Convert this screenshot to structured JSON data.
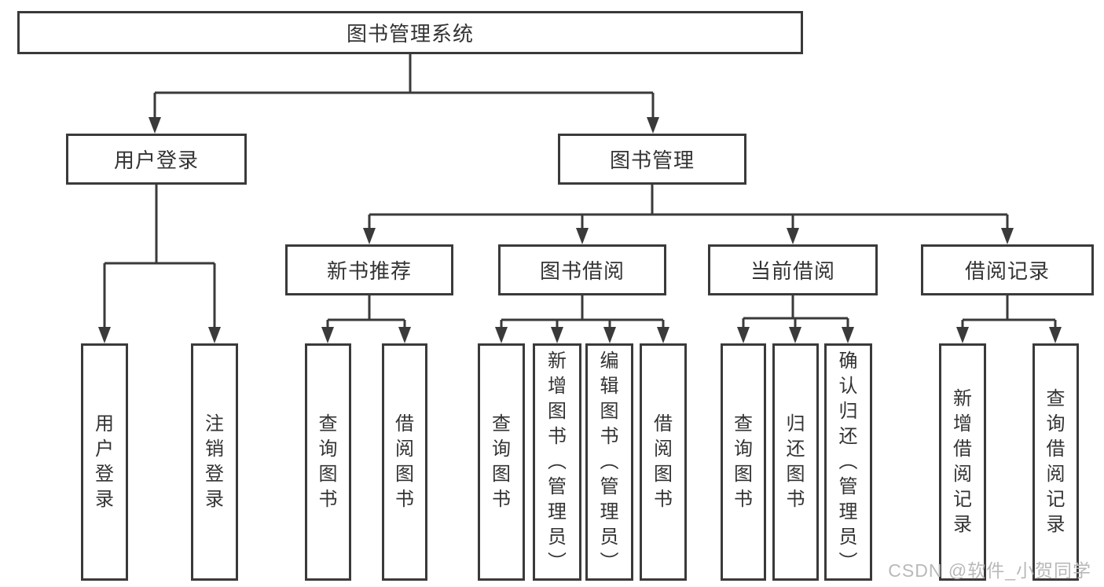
{
  "diagram": {
    "label": "图书管理系统",
    "children": [
      {
        "label": "用户登录",
        "children": [
          {
            "label": "用户登录"
          },
          {
            "label": "注销登录"
          }
        ]
      },
      {
        "label": "图书管理",
        "children": [
          {
            "label": "新书推荐",
            "children": [
              {
                "label": "查询图书"
              },
              {
                "label": "借阅图书"
              }
            ]
          },
          {
            "label": "图书借阅",
            "children": [
              {
                "label": "查询图书"
              },
              {
                "label": "新增图书（管理员）"
              },
              {
                "label": "编辑图书（管理员）"
              },
              {
                "label": "借阅图书"
              }
            ]
          },
          {
            "label": "当前借阅",
            "children": [
              {
                "label": "查询图书"
              },
              {
                "label": "归还图书"
              },
              {
                "label": "确认归还（管理员）"
              }
            ]
          },
          {
            "label": "借阅记录",
            "children": [
              {
                "label": "新增借阅记录"
              },
              {
                "label": "查询借阅记录"
              }
            ]
          }
        ]
      }
    ]
  },
  "watermark": "CSDN @软件_小贺同学",
  "colors": {
    "line": "#3a3a3a",
    "text": "#333333",
    "watermark": "#b9b9b9",
    "background": "#ffffff"
  }
}
